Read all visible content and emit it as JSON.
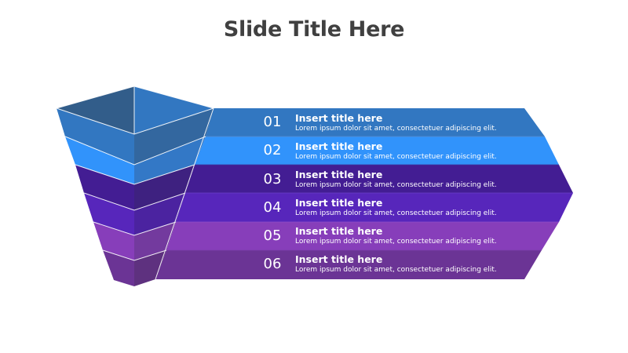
{
  "slide": {
    "title": "Slide Title Here"
  },
  "colors": {
    "band_1": "#3277C1",
    "band_2": "#3193FB",
    "band_3": "#431D93",
    "band_4": "#5726BB",
    "band_5": "#873EBA",
    "band_6": "#6B3495",
    "funnel_top_left": "#325D8A",
    "funnel_top_right": "#3277C1",
    "title_text": "#404040"
  },
  "items": [
    {
      "number": "01",
      "title": "Insert title here",
      "description": "Lorem ipsum dolor sit amet, consectetuer adipiscing elit."
    },
    {
      "number": "02",
      "title": "Insert title here",
      "description": "Lorem ipsum dolor sit amet, consectetuer adipiscing elit."
    },
    {
      "number": "03",
      "title": "Insert title here",
      "description": "Lorem ipsum dolor sit amet, consectetuer adipiscing elit."
    },
    {
      "number": "04",
      "title": "Insert title here",
      "description": "Lorem ipsum dolor sit amet, consectetuer adipiscing elit."
    },
    {
      "number": "05",
      "title": "Insert title here",
      "description": "Lorem ipsum dolor sit amet, consectetuer adipiscing elit."
    },
    {
      "number": "06",
      "title": "Insert title here",
      "description": "Lorem ipsum dolor sit amet, consectetuer adipiscing elit."
    }
  ]
}
